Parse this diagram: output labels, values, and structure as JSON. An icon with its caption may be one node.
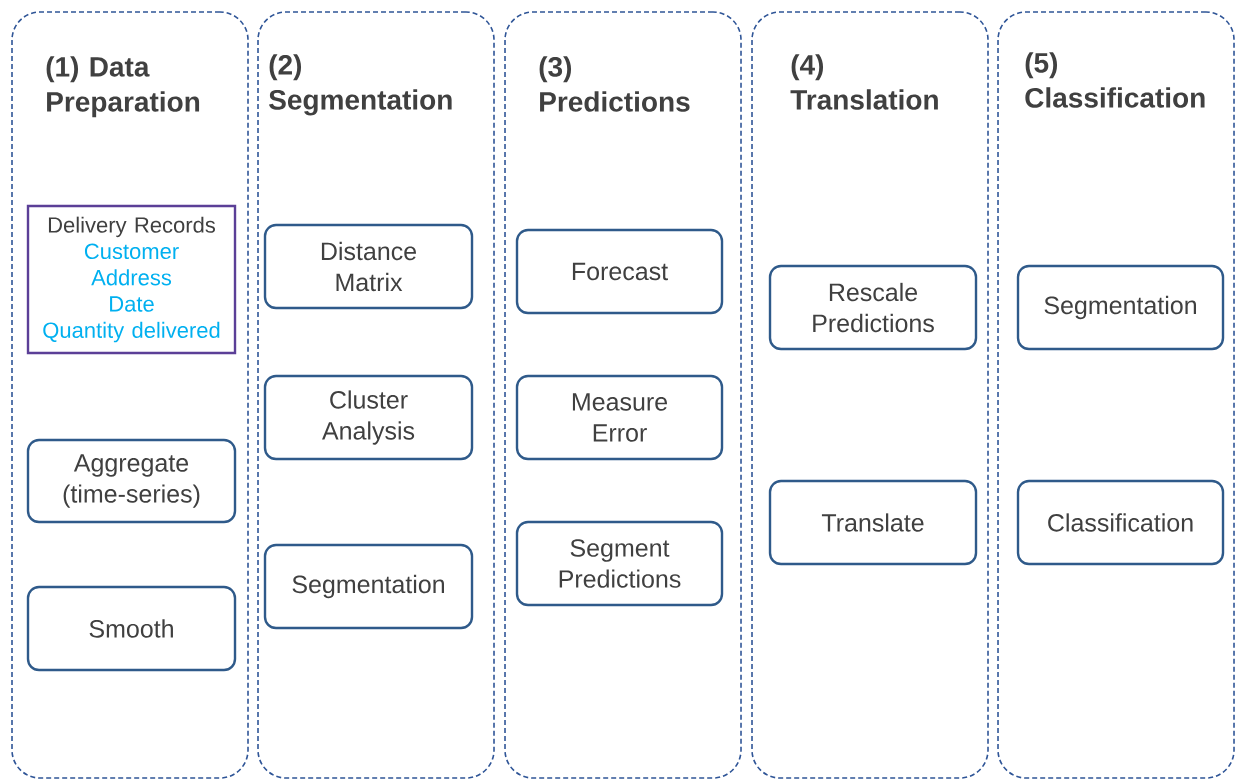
{
  "diagram": {
    "nodes": [
      {
        "text": [
          "(1) Data Preparation"
        ]
      },
      {
        "text": [
          "Delivery Records",
          "Customer",
          "Address",
          "Date",
          "Quantity delivered"
        ],
        "in": 0
      },
      {
        "text": [
          "Aggregate (time-series)"
        ],
        "in": 0
      },
      {
        "text": [
          "Smooth"
        ],
        "in": 0
      },
      {
        "text": [
          "(2) Segmentation"
        ]
      },
      {
        "text": [
          "Distance Matrix"
        ],
        "in": 4
      },
      {
        "text": [
          "Cluster Analysis"
        ],
        "in": 4
      },
      {
        "text": [
          "Segmentation"
        ],
        "in": 4
      },
      {
        "text": [
          "(3) Predictions"
        ]
      },
      {
        "text": [
          "Forecast"
        ],
        "in": 8
      },
      {
        "text": [
          "Measure Error"
        ],
        "in": 8
      },
      {
        "text": [
          "Segment Predictions"
        ],
        "in": 8
      },
      {
        "text": [
          "(4) Translation"
        ]
      },
      {
        "text": [
          "Rescale Predictions"
        ],
        "in": 12
      },
      {
        "text": [
          "Translate"
        ],
        "in": 12
      },
      {
        "text": [
          "(5) Classification"
        ]
      },
      {
        "text": [
          "Segmentation"
        ],
        "in": 15
      },
      {
        "text": [
          "Classification"
        ],
        "in": 15
      }
    ]
  }
}
